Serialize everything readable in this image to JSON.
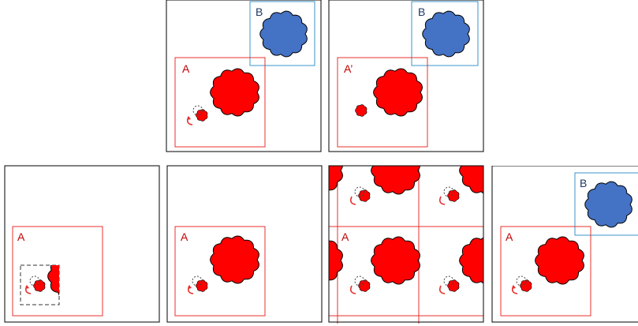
{
  "labels": {
    "box_a": "A",
    "box_a_prime": "A’",
    "box_b": "B"
  },
  "colors": {
    "red_region": "#e8302c",
    "red_blob": "#ff0000",
    "blue_region": "#3a96c8",
    "blue_blob": "#4472c4",
    "frame": "#000000",
    "window_dashed": "#333333"
  }
}
